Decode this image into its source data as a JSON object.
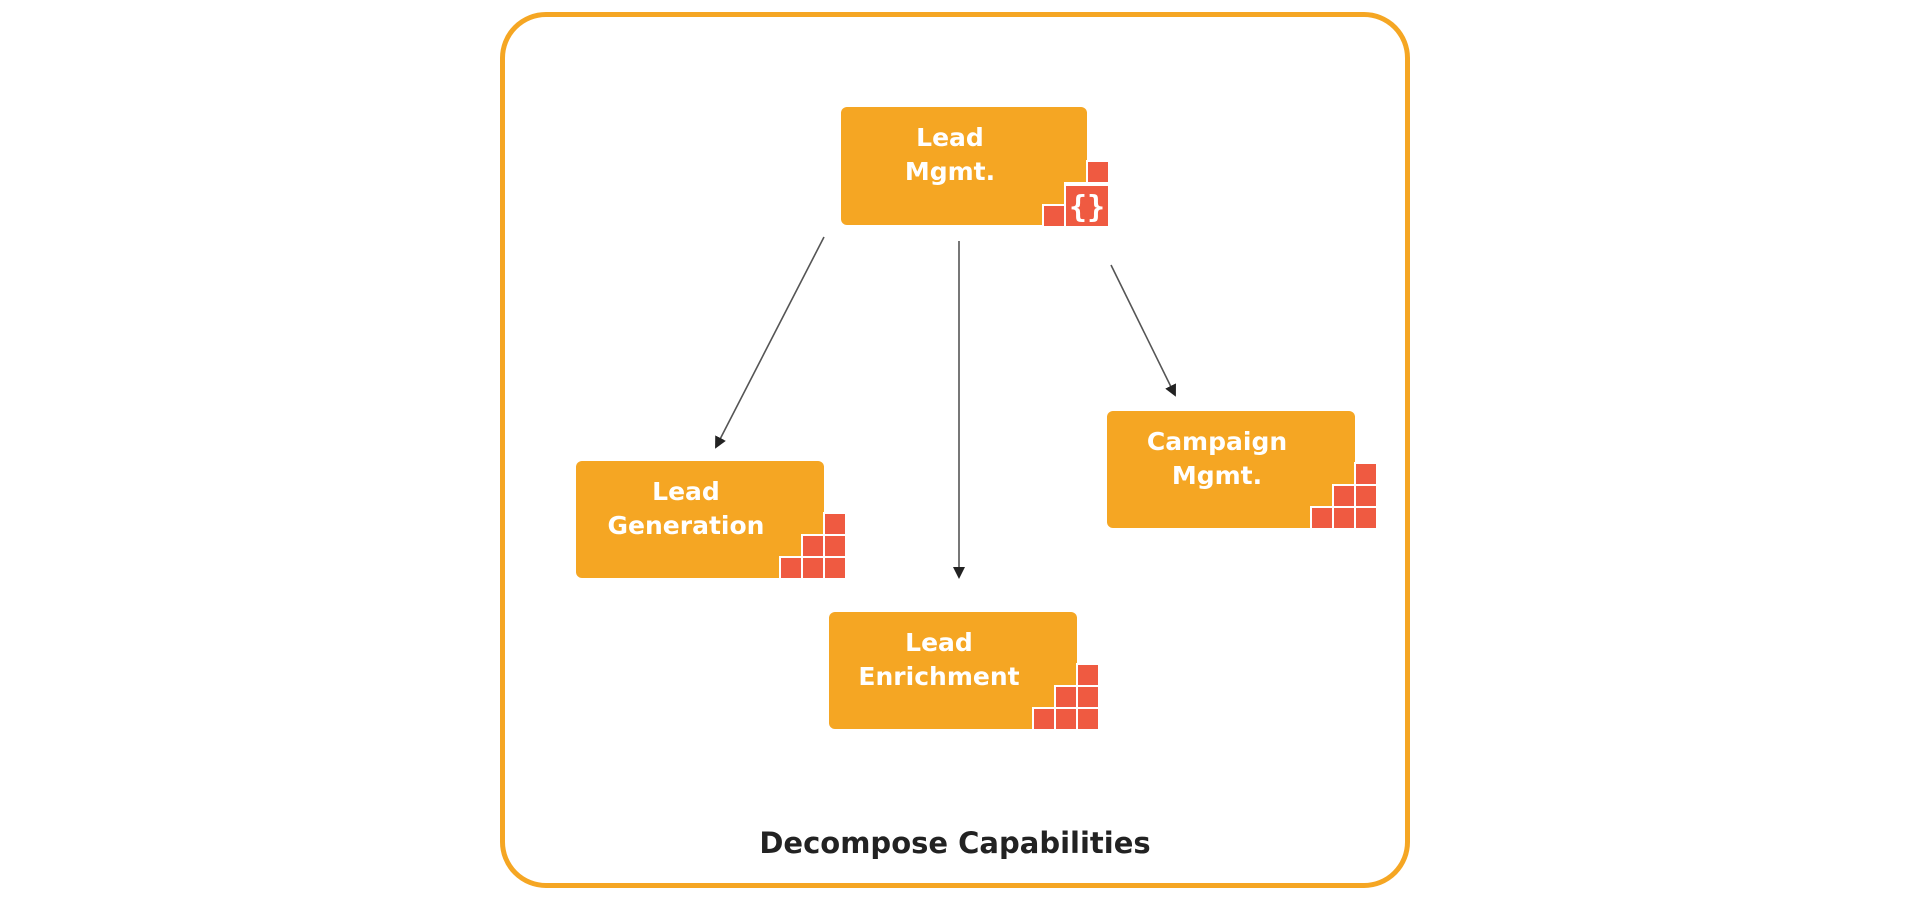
{
  "diagram": {
    "caption": "Decompose Capabilities",
    "colors": {
      "frame": "#f5a623",
      "node_fill": "#f5a623",
      "node_text": "#ffffff",
      "block_icon": "#ef5a41",
      "arrow": "#555555",
      "caption": "#222222"
    },
    "nodes": [
      {
        "id": "lead_mgmt",
        "label": "Lead\nMgmt.",
        "icon": "api-blocks-icon"
      },
      {
        "id": "lead_generation",
        "label": "Lead\nGeneration",
        "icon": "stacked-blocks-icon"
      },
      {
        "id": "lead_enrichment",
        "label": "Lead\nEnrichment",
        "icon": "stacked-blocks-icon"
      },
      {
        "id": "campaign_mgmt",
        "label": "Campaign\nMgmt.",
        "icon": "stacked-blocks-icon"
      }
    ],
    "edges": [
      {
        "from": "lead_mgmt",
        "to": "lead_generation"
      },
      {
        "from": "lead_mgmt",
        "to": "lead_enrichment"
      },
      {
        "from": "lead_mgmt",
        "to": "campaign_mgmt"
      }
    ]
  }
}
